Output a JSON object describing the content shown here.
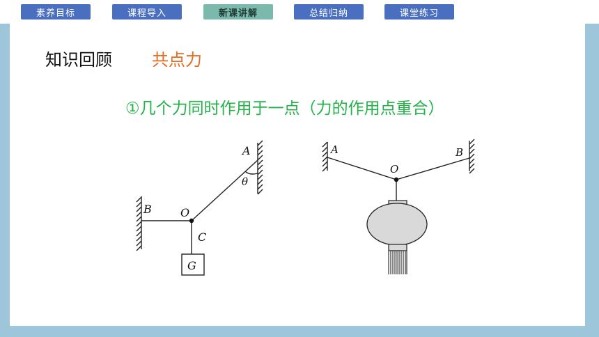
{
  "nav": {
    "tabs": [
      {
        "label": "素养目标",
        "active": false
      },
      {
        "label": "课程导入",
        "active": false
      },
      {
        "label": "新课讲解",
        "active": true
      },
      {
        "label": "总结归纳",
        "active": false
      },
      {
        "label": "课堂练习",
        "active": false
      }
    ]
  },
  "main": {
    "heading": "知识回顾",
    "subheading": "共点力",
    "statement": "①几个力同时作用于一点（力的作用点重合）"
  },
  "diagram1": {
    "label_A": "A",
    "label_theta": "θ",
    "label_B": "B",
    "label_O": "O",
    "label_C": "C",
    "label_G": "G"
  },
  "diagram2": {
    "label_A": "A",
    "label_B": "B",
    "label_O": "O"
  },
  "colors": {
    "tab": "#4a6fc1",
    "tab_active": "#7bb9ad",
    "frame": "#9dc6da",
    "subheading": "#e46b22",
    "statement": "#24b24a"
  }
}
